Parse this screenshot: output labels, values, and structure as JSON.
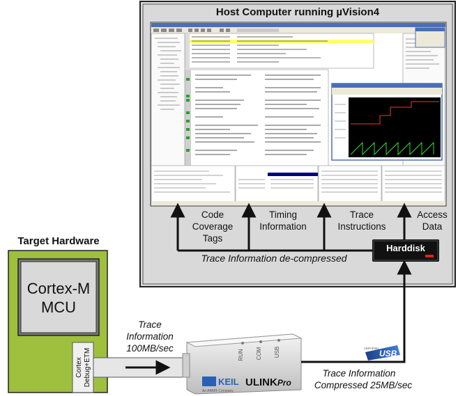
{
  "host": {
    "title": "Host Computer running µVision4",
    "labels": {
      "code_coverage": [
        "Code",
        "Coverage",
        "Tags"
      ],
      "timing": [
        "Timing",
        "Information"
      ],
      "trace_instr": [
        "Trace",
        "Instructions"
      ],
      "access_data": [
        "Access",
        "Data"
      ]
    },
    "decompressed": "Trace Information de-compressed",
    "harddisk": "Harddisk"
  },
  "target": {
    "title": "Target Hardware",
    "mcu": [
      "Cortex-M",
      "MCU"
    ],
    "connector": [
      "Cortex",
      "Debug+ETM"
    ]
  },
  "trace_left": [
    "Trace",
    "Information",
    "100MB/sec"
  ],
  "trace_right": [
    "Trace Information",
    "Compressed 25MB/sec"
  ],
  "ulink": {
    "brand": "KEIL",
    "brand_sub": "An ARM® Company",
    "product": "ULINK",
    "product_suffix": "Pro",
    "leds": [
      "RUN",
      "COM",
      "USB"
    ]
  },
  "usb_logo": "USB",
  "usb_logo_small": "CERTIFIED",
  "colors": {
    "target_green": "#9fbf3f",
    "host_frame": "#d9d9d9",
    "harddisk_black": "#111111",
    "harddisk_led": "#e02020",
    "usb_blue": "#2a5fb8"
  }
}
